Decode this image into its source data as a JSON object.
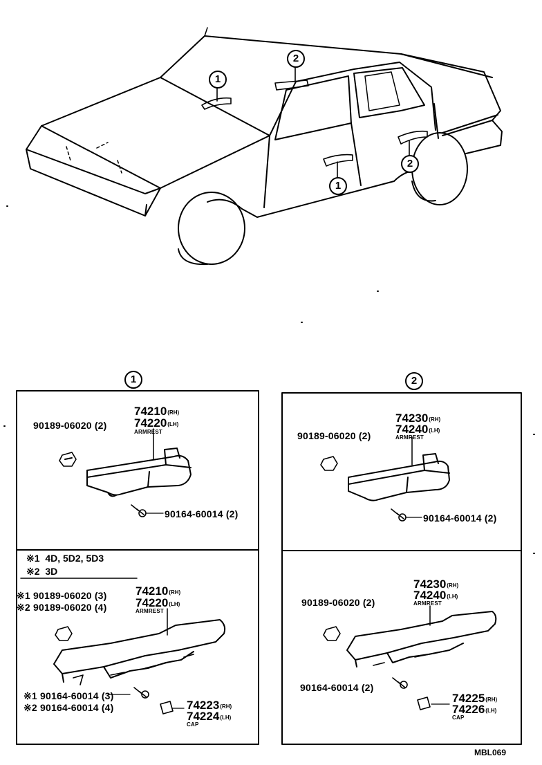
{
  "callouts": {
    "one": "1",
    "two": "2"
  },
  "sections": {
    "one": {
      "label": "1"
    },
    "two": {
      "label": "2"
    }
  },
  "panel1_top": {
    "armrest_rh": "74210",
    "armrest_rh_side": "(RH)",
    "armrest_lh": "74220",
    "armrest_lh_side": "(LH)",
    "armrest_name": "ARMREST",
    "clip": "90189-06020 (2)",
    "screw": "90164-60014 (2)"
  },
  "panel1_bottom": {
    "note1_mark": "※1",
    "note1_text": "4D, 5D2, 5D3",
    "note2_mark": "※2",
    "note2_text": "3D",
    "clip1": "※1 90189-06020 (3)",
    "clip2": "※2 90189-06020 (4)",
    "armrest_rh": "74210",
    "armrest_rh_side": "(RH)",
    "armrest_lh": "74220",
    "armrest_lh_side": "(LH)",
    "armrest_name": "ARMREST",
    "screw1": "※1 90164-60014 (3)",
    "screw2": "※2 90164-60014 (4)",
    "cap_rh": "74223",
    "cap_rh_side": "(RH)",
    "cap_lh": "74224",
    "cap_lh_side": "(LH)",
    "cap_name": "CAP"
  },
  "panel2_top": {
    "armrest_rh": "74230",
    "armrest_rh_side": "(RH)",
    "armrest_lh": "74240",
    "armrest_lh_side": "(LH)",
    "armrest_name": "ARMREST",
    "clip": "90189-06020 (2)",
    "screw": "90164-60014 (2)"
  },
  "panel2_bottom": {
    "armrest_rh": "74230",
    "armrest_rh_side": "(RH)",
    "armrest_lh": "74240",
    "armrest_lh_side": "(LH)",
    "armrest_name": "ARMREST",
    "clip": "90189-06020 (2)",
    "screw": "90164-60014 (2)",
    "cap_rh": "74225",
    "cap_rh_side": "(RH)",
    "cap_lh": "74226",
    "cap_lh_side": "(LH)",
    "cap_name": "CAP"
  },
  "figure_ref": "MBL069"
}
